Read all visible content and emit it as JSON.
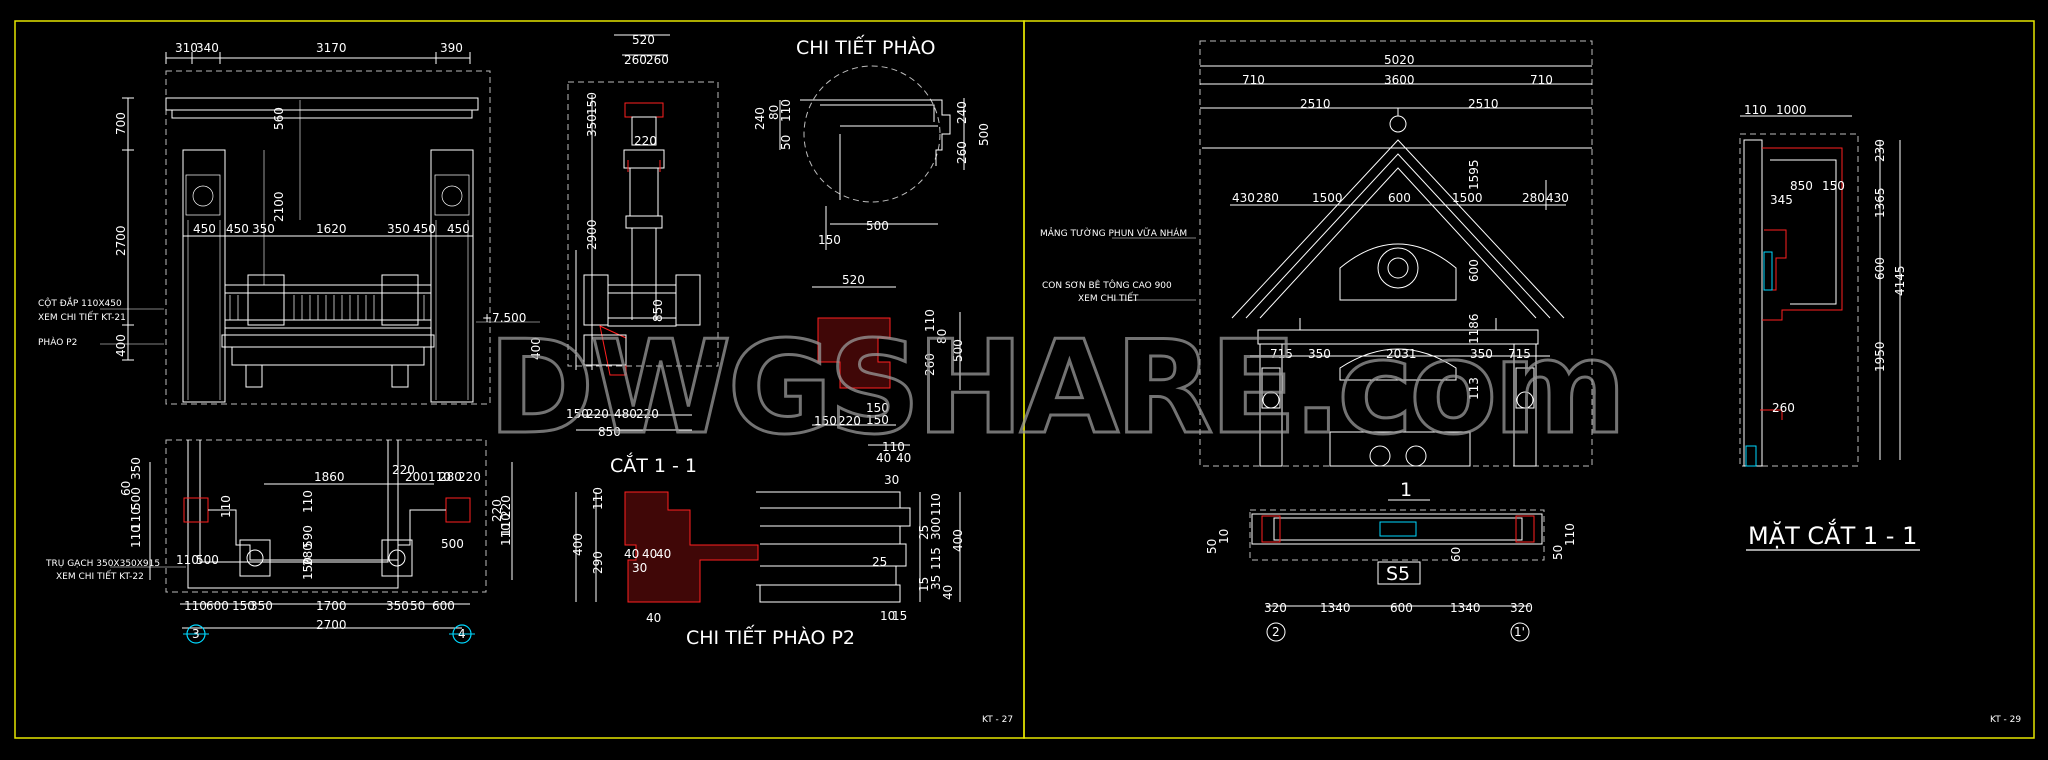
{
  "watermark": "DWGSHARE.com",
  "colors": {
    "frame": "#e6e600",
    "line": "#ffffff",
    "detail": "#ff2020",
    "accent": "#00d8ff",
    "dash": "#bdbdbd"
  },
  "sheets": [
    {
      "code": "KT - 27"
    },
    {
      "code": "KT - 29"
    }
  ],
  "elevation": {
    "top_dims": [
      "310",
      "340",
      "3170",
      "390"
    ],
    "inner_dims": [
      "450",
      "450",
      "350",
      "1620",
      "350",
      "450",
      "450"
    ],
    "vertical_dims": [
      "700",
      "560",
      "2100",
      "2700",
      "400"
    ],
    "level": "+7.500",
    "notes": [
      "CỘT ĐẮP 110X450",
      "XEM CHI TIẾT KT-21",
      "PHÀO P2"
    ]
  },
  "plan": {
    "top_dims": [
      "1860",
      "220",
      "200",
      "110",
      "280",
      "220"
    ],
    "left_dims": [
      "350",
      "60",
      "110",
      "500",
      "110"
    ],
    "mid_dims": [
      "110",
      "590",
      "110",
      "110",
      "500",
      "150",
      "280",
      "220"
    ],
    "right_dims": [
      "220",
      "110",
      "500",
      "110",
      "220"
    ],
    "bottom_dims": [
      "110",
      "600",
      "150",
      "350",
      "1700",
      "350",
      "50",
      "600"
    ],
    "total": "2700",
    "notes": [
      "TRỤ GẠCH 350X350X915",
      "XEM CHI TIẾT KT-22"
    ],
    "axes": [
      "3",
      "4"
    ]
  },
  "section": {
    "title": "CẮT 1 - 1",
    "top_dims": [
      "520",
      "260",
      "260"
    ],
    "side_dims": [
      "150",
      "350",
      "220",
      "2900",
      "850",
      "400"
    ],
    "bottom_dims": [
      "150",
      "220",
      "480",
      "220"
    ],
    "total": "850"
  },
  "detail_phao": {
    "title": "CHI TIẾT PHÀO",
    "dims": [
      "240",
      "80",
      "110",
      "50",
      "240",
      "260",
      "500",
      "500",
      "150"
    ]
  },
  "detail_small": {
    "dims": [
      "520",
      "110",
      "80",
      "260",
      "500",
      "150",
      "220",
      "150",
      "150"
    ]
  },
  "detail_p2": {
    "title": "CHI TIẾT PHÀO P2",
    "dims": [
      "110",
      "40",
      "40",
      "30",
      "110",
      "290",
      "400",
      "40",
      "40",
      "40",
      "30",
      "25",
      "40",
      "110",
      "300",
      "400",
      "10",
      "15",
      "25",
      "15",
      "115",
      "35",
      "40"
    ]
  },
  "gable": {
    "top_dims": [
      "5020",
      "710",
      "3600",
      "710",
      "2510",
      "2510"
    ],
    "mid_dims": [
      "430",
      "280",
      "1500",
      "600",
      "1500",
      "280",
      "430"
    ],
    "lower_dims": [
      "715",
      "350",
      "2031",
      "350",
      "715"
    ],
    "vertical_dims": [
      "1595",
      "600",
      "1186",
      "113"
    ],
    "notes": [
      "MẢNG TƯỜNG PHUN VỮA NHÁM",
      "CON SƠN BÊ TÔNG CAO 900",
      "XEM CHI TIẾT"
    ],
    "section_mark": "1",
    "tag": "S5",
    "bottom_dims": [
      "320",
      "1340",
      "600",
      "1340",
      "320"
    ],
    "side_small": [
      "50",
      "10",
      "60",
      "50",
      "110"
    ],
    "axes": [
      "2",
      "1'"
    ]
  },
  "wall_section": {
    "title": "MẶT CẮT 1 - 1",
    "top_dims": [
      "110",
      "1000",
      "345",
      "850",
      "150",
      "260"
    ],
    "right_dims": [
      "230",
      "1365",
      "600",
      "1950",
      "4145"
    ]
  }
}
